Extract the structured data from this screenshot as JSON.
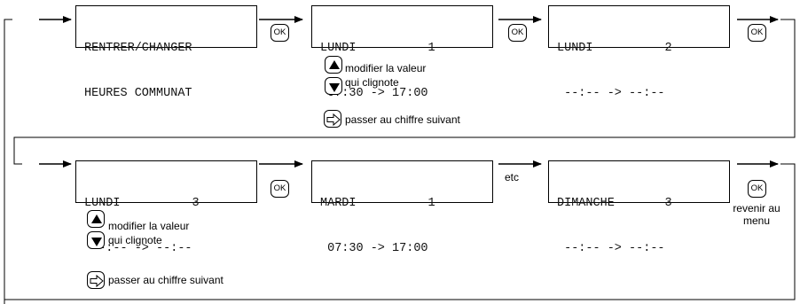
{
  "screens": [
    {
      "line1": "RENTRER/CHANGER",
      "line2": "HEURES COMMUNAT"
    },
    {
      "line1": "LUNDI          1",
      "line2": " 07:30 -> 17:00"
    },
    {
      "line1": "LUNDI          2",
      "line2": " --:-- -> --:--"
    },
    {
      "line1": "LUNDI          3",
      "line2": " --:-- -> --:--"
    },
    {
      "line1": "MARDI          1",
      "line2": " 07:30 -> 17:00"
    },
    {
      "line1": "DIMANCHE       3",
      "line2": " --:-- -> --:--"
    }
  ],
  "ok_label": "OK",
  "notes": {
    "modify_value": "modifier la valeur",
    "blinking": "qui clignote",
    "next_digit": "passer au chiffre suivant",
    "etc": "etc",
    "return_line1": "revenir au",
    "return_line2": "menu"
  }
}
